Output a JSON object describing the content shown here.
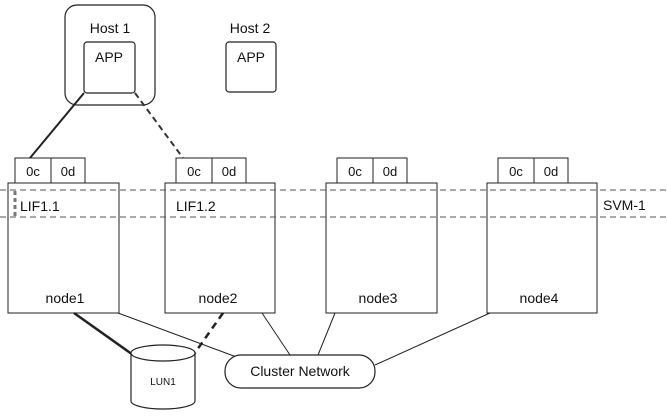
{
  "hosts": [
    {
      "name": "Host 1",
      "app": "APP"
    },
    {
      "name": "Host 2",
      "app": "APP"
    }
  ],
  "nodes": [
    {
      "name": "node1",
      "ports": [
        "0c",
        "0d"
      ],
      "lif": "LIF1.1"
    },
    {
      "name": "node2",
      "ports": [
        "0c",
        "0d"
      ],
      "lif": "LIF1.2"
    },
    {
      "name": "node3",
      "ports": [
        "0c",
        "0d"
      ],
      "lif": ""
    },
    {
      "name": "node4",
      "ports": [
        "0c",
        "0d"
      ],
      "lif": ""
    }
  ],
  "svm": {
    "label": "SVM-1"
  },
  "cluster_network": {
    "label": "Cluster Network"
  },
  "lun": {
    "label": "LUN1"
  },
  "paths": [
    {
      "from": "Host 1",
      "to": "node1",
      "style": "solid"
    },
    {
      "from": "Host 1",
      "to": "node2",
      "style": "dashed"
    },
    {
      "from": "node1",
      "to": "LUN1",
      "style": "solid"
    },
    {
      "from": "node2",
      "to": "LUN1",
      "style": "dashed"
    }
  ],
  "colors": {
    "stroke": "#222222",
    "background": "#ffffff",
    "dashed": "#555555"
  }
}
